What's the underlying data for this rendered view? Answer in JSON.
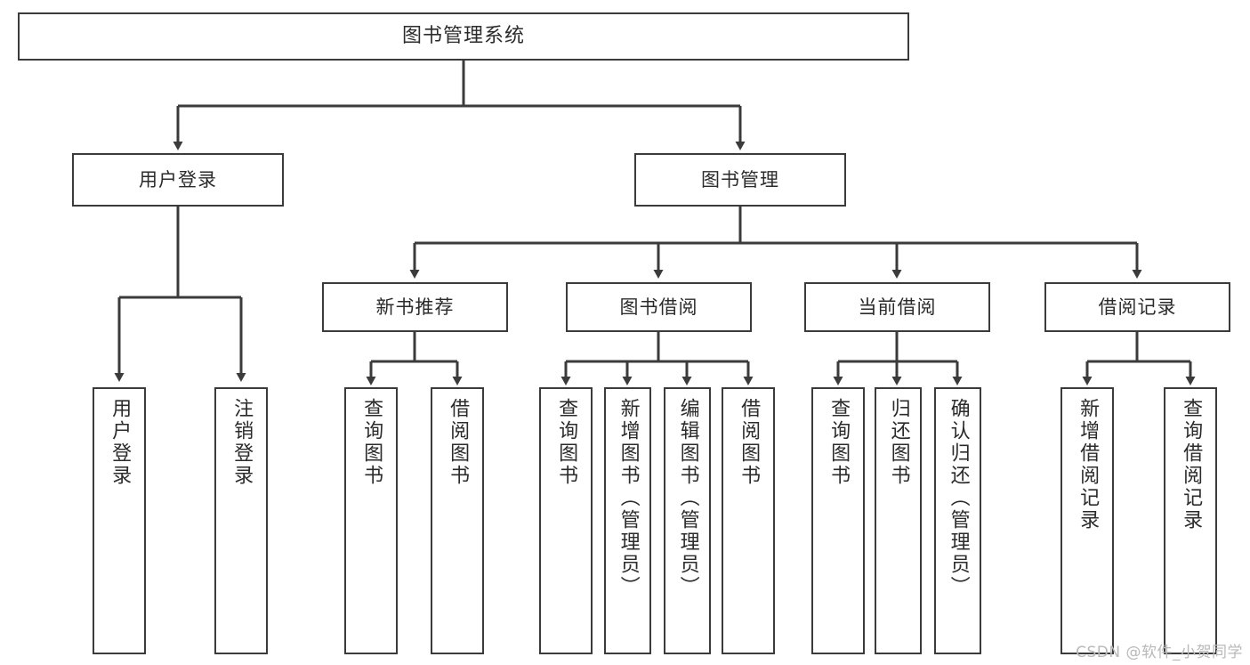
{
  "diagram": {
    "title": "图书管理系统",
    "type": "tree-hierarchy",
    "root": {
      "id": "root",
      "label": "图书管理系统"
    },
    "level1": [
      {
        "id": "user-login",
        "label": "用户登录"
      },
      {
        "id": "book-manage",
        "label": "图书管理"
      }
    ],
    "level2": [
      {
        "id": "new-book-rec",
        "label": "新书推荐",
        "parent": "book-manage"
      },
      {
        "id": "book-borrow",
        "label": "图书借阅",
        "parent": "book-manage"
      },
      {
        "id": "current-borrow",
        "label": "当前借阅",
        "parent": "book-manage"
      },
      {
        "id": "borrow-record",
        "label": "借阅记录",
        "parent": "book-manage"
      }
    ],
    "leaves": [
      {
        "id": "leaf-user-login",
        "label": "用户登录",
        "parent": "user-login"
      },
      {
        "id": "leaf-logout",
        "label": "注销登录",
        "parent": "user-login"
      },
      {
        "id": "leaf-query-book-1",
        "label": "查询图书",
        "parent": "new-book-rec"
      },
      {
        "id": "leaf-borrow-book-1",
        "label": "借阅图书",
        "parent": "new-book-rec"
      },
      {
        "id": "leaf-query-book-2",
        "label": "查询图书",
        "parent": "book-borrow"
      },
      {
        "id": "leaf-add-book",
        "label": "新增图书（管理员）",
        "parent": "book-borrow"
      },
      {
        "id": "leaf-edit-book",
        "label": "编辑图书（管理员）",
        "parent": "book-borrow"
      },
      {
        "id": "leaf-borrow-book-2",
        "label": "借阅图书",
        "parent": "book-borrow"
      },
      {
        "id": "leaf-query-book-3",
        "label": "查询图书",
        "parent": "current-borrow"
      },
      {
        "id": "leaf-return-book",
        "label": "归还图书",
        "parent": "current-borrow"
      },
      {
        "id": "leaf-confirm-return",
        "label": "确认归还（管理员）",
        "parent": "current-borrow"
      },
      {
        "id": "leaf-add-record",
        "label": "新增借阅记录",
        "parent": "borrow-record"
      },
      {
        "id": "leaf-query-record",
        "label": "查询借阅记录",
        "parent": "borrow-record"
      }
    ]
  },
  "watermark": {
    "text": "CSDN @软件_小贺同学"
  },
  "colors": {
    "box_border": "#3b3b3b",
    "box_fill": "#ffffff",
    "text": "#2b2b2b",
    "connector": "#3b3b3b",
    "watermark": "#b9b9b9",
    "background": "#ffffff"
  }
}
